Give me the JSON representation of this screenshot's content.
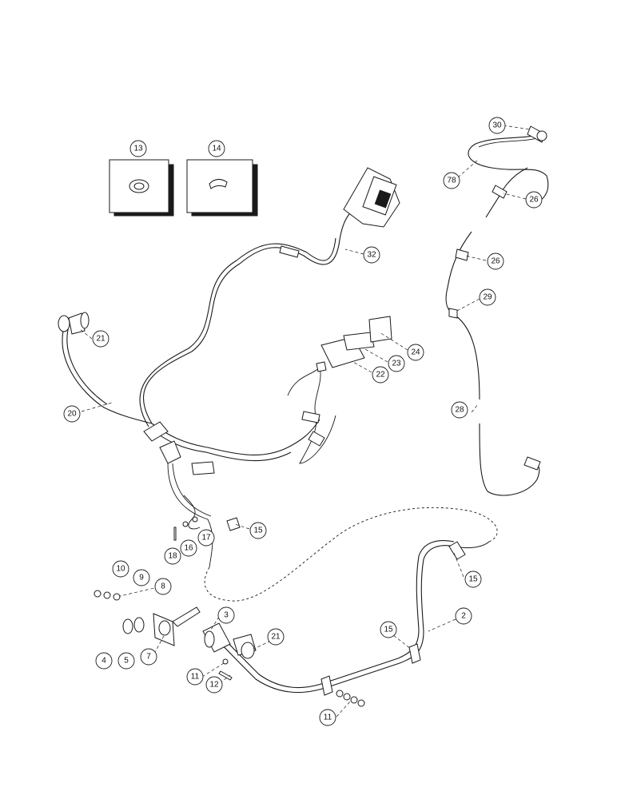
{
  "callouts": [
    {
      "id": "c13",
      "label": "13"
    },
    {
      "id": "c14",
      "label": "14"
    },
    {
      "id": "c30",
      "label": "30"
    },
    {
      "id": "c78",
      "label": "78"
    },
    {
      "id": "c26a",
      "label": "26"
    },
    {
      "id": "c26b",
      "label": "26"
    },
    {
      "id": "c29",
      "label": "29"
    },
    {
      "id": "c32",
      "label": "32"
    },
    {
      "id": "c21a",
      "label": "21"
    },
    {
      "id": "c24",
      "label": "24"
    },
    {
      "id": "c23",
      "label": "23"
    },
    {
      "id": "c22",
      "label": "22"
    },
    {
      "id": "c28",
      "label": "28"
    },
    {
      "id": "c20",
      "label": "20"
    },
    {
      "id": "c15a",
      "label": "15"
    },
    {
      "id": "c18",
      "label": "18"
    },
    {
      "id": "c16",
      "label": "16"
    },
    {
      "id": "c17",
      "label": "17"
    },
    {
      "id": "c15b",
      "label": "15"
    },
    {
      "id": "c10",
      "label": "10"
    },
    {
      "id": "c9",
      "label": "9"
    },
    {
      "id": "c8",
      "label": "8"
    },
    {
      "id": "c3",
      "label": "3"
    },
    {
      "id": "c2",
      "label": "2"
    },
    {
      "id": "c15c",
      "label": "15"
    },
    {
      "id": "c21b",
      "label": "21"
    },
    {
      "id": "c4",
      "label": "4"
    },
    {
      "id": "c5",
      "label": "5"
    },
    {
      "id": "c7",
      "label": "7"
    },
    {
      "id": "c11a",
      "label": "11"
    },
    {
      "id": "c12",
      "label": "12"
    },
    {
      "id": "c11b",
      "label": "11"
    }
  ]
}
